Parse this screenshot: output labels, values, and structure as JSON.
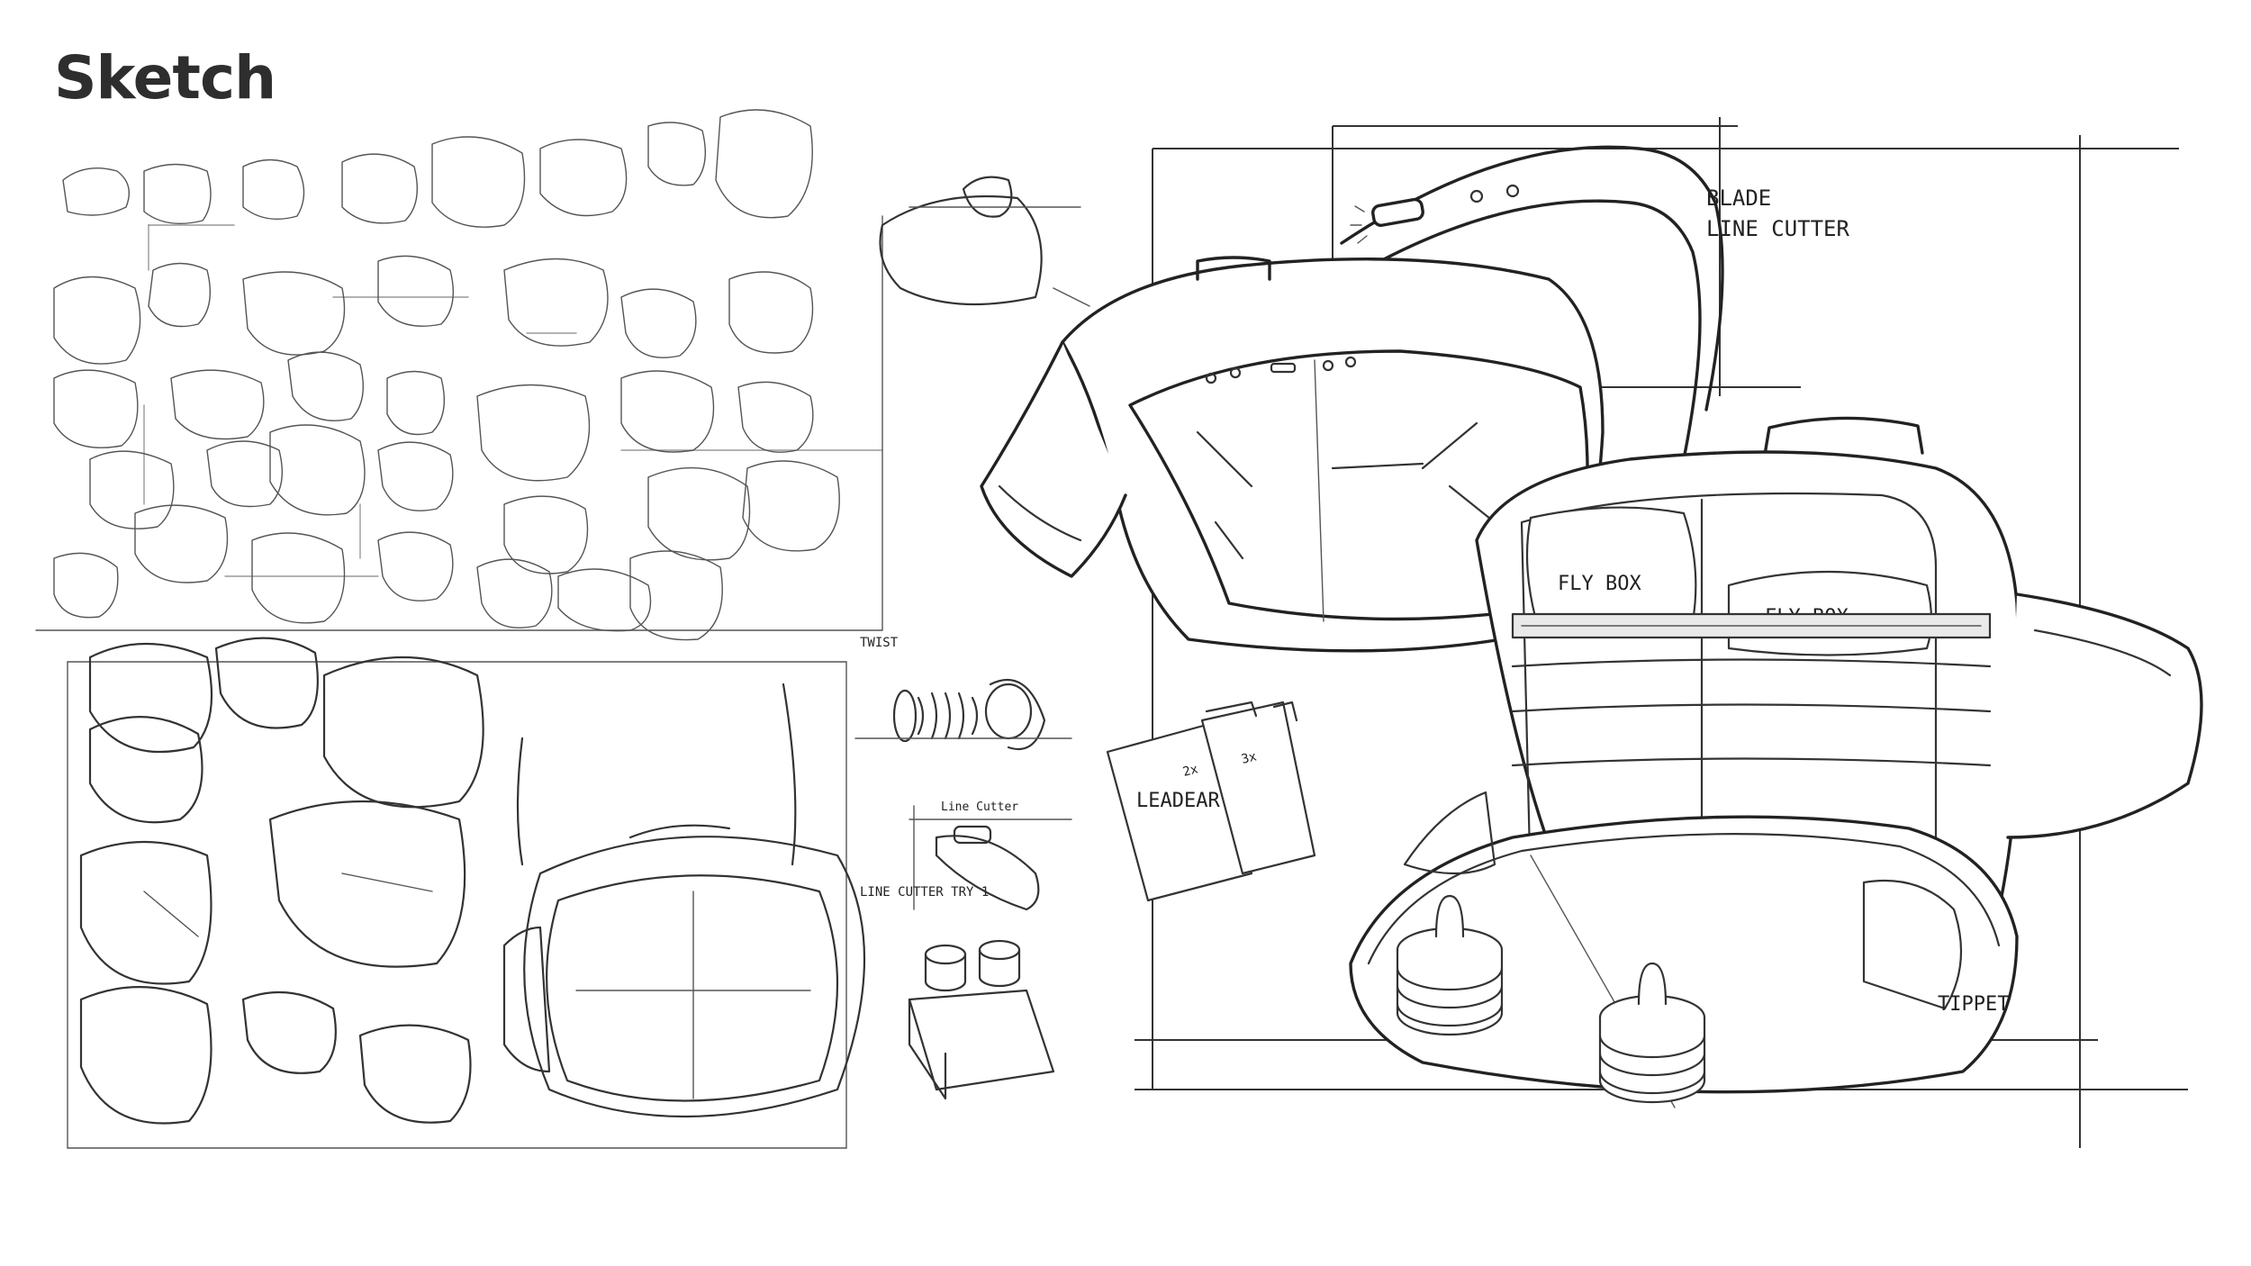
{
  "page": {
    "title": "Sketch"
  },
  "annotations": {
    "blade_line_cutter_1": "BLADE",
    "blade_line_cutter_2": "LINE CUTTER",
    "fly_box_1": "FLY BOX",
    "fly_box_2": "FLY BOX",
    "leader": "LEADEAR",
    "leader_2x": "2x",
    "leader_3x": "3x",
    "tippet": "TIPPET",
    "twist": "TWIST",
    "line_cutter_try": "LINE CUTTER TRY 1",
    "line_cutter_small": "Line Cutter"
  },
  "icons": {
    "bag_main": "hip-pack-closed-sketch",
    "bag_open": "hip-pack-open-sketch",
    "strap": "strap-blade-detail-sketch"
  }
}
